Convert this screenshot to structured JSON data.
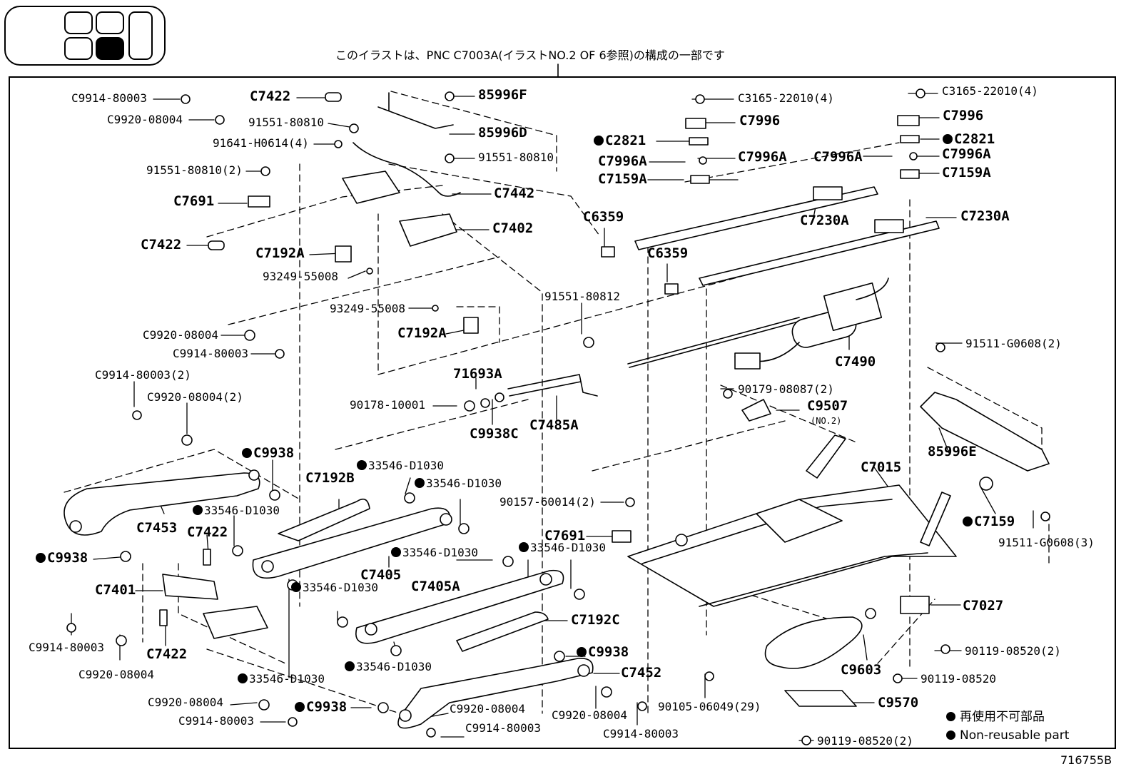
{
  "caption": "このイラストは、PNC C7003A(イラストNO.2 OF 6参照)の構成の一部です",
  "diagram_id": "716755B",
  "legend": {
    "jp": "再使用不可部品",
    "en": "Non-reusable part"
  },
  "thumbnail": {
    "active": "lower-middle",
    "buttons": [
      "upper-left",
      "upper-right",
      "lower-left",
      "lower-middle",
      "right-tall"
    ]
  },
  "parts": [
    {
      "id": "p01",
      "text": "C9914-80003"
    },
    {
      "id": "p02",
      "text": "C9920-08004"
    },
    {
      "id": "p03",
      "text": "C7422"
    },
    {
      "id": "p04",
      "text": "91551-80810"
    },
    {
      "id": "p05",
      "text": "91641-H0614(4)"
    },
    {
      "id": "p06",
      "text": "91551-80810(2)"
    },
    {
      "id": "p07",
      "text": "C7691"
    },
    {
      "id": "p08",
      "text": "C7422"
    },
    {
      "id": "p09",
      "text": "C7192A"
    },
    {
      "id": "p10",
      "text": "93249-55008"
    },
    {
      "id": "p11",
      "text": "85996F"
    },
    {
      "id": "p12",
      "text": "85996D"
    },
    {
      "id": "p13",
      "text": "91551-80810"
    },
    {
      "id": "p14",
      "text": "C7442"
    },
    {
      "id": "p15",
      "text": "C7402"
    },
    {
      "id": "p16",
      "text": "93249-55008"
    },
    {
      "id": "p17",
      "text": "C7192A"
    },
    {
      "id": "p18",
      "text": "C9920-08004"
    },
    {
      "id": "p19",
      "text": "C9914-80003"
    },
    {
      "id": "p20",
      "text": "C9914-80003(2)"
    },
    {
      "id": "p21",
      "text": "C9920-08004(2)"
    },
    {
      "id": "p22",
      "text": "C9938",
      "dot": true
    },
    {
      "id": "p23",
      "text": "C7453"
    },
    {
      "id": "p24",
      "text": "33546-D1030",
      "dot": true
    },
    {
      "id": "p25",
      "text": "C7422"
    },
    {
      "id": "p26",
      "text": "C9938",
      "dot": true
    },
    {
      "id": "p27",
      "text": "C7401"
    },
    {
      "id": "p28",
      "text": "C9914-80003"
    },
    {
      "id": "p29",
      "text": "C9920-08004"
    },
    {
      "id": "p30",
      "text": "C7422"
    },
    {
      "id": "p31",
      "text": "33546-D1030",
      "dot": true
    },
    {
      "id": "p32",
      "text": "C9920-08004"
    },
    {
      "id": "p33",
      "text": "C9914-80003"
    },
    {
      "id": "p34",
      "text": "C9938",
      "dot": true
    },
    {
      "id": "p35",
      "text": "C7192B"
    },
    {
      "id": "p36",
      "text": "33546-D1030",
      "dot": true
    },
    {
      "id": "p37",
      "text": "33546-D1030",
      "dot": true
    },
    {
      "id": "p38",
      "text": "33546-D1030",
      "dot": true
    },
    {
      "id": "p39",
      "text": "C7405"
    },
    {
      "id": "p40",
      "text": "33546-D1030",
      "dot": true
    },
    {
      "id": "p41",
      "text": "33546-D1030",
      "dot": true
    },
    {
      "id": "p42",
      "text": "C7405A"
    },
    {
      "id": "p43",
      "text": "C7192C"
    },
    {
      "id": "p44",
      "text": "33546-D1030",
      "dot": true
    },
    {
      "id": "p45",
      "text": "C9938",
      "dot": true
    },
    {
      "id": "p46",
      "text": "C7452"
    },
    {
      "id": "p47",
      "text": "C9920-08004"
    },
    {
      "id": "p48",
      "text": "C9914-80003"
    },
    {
      "id": "p49",
      "text": "C9920-08004"
    },
    {
      "id": "p50",
      "text": "C9914-80003"
    },
    {
      "id": "p51",
      "text": "71693A"
    },
    {
      "id": "p52",
      "text": "90178-10001"
    },
    {
      "id": "p53",
      "text": "C9938C"
    },
    {
      "id": "p54",
      "text": "C7485A"
    },
    {
      "id": "p55",
      "text": "91551-80812"
    },
    {
      "id": "p56",
      "text": "90157-60014(2)"
    },
    {
      "id": "p57",
      "text": "C7691"
    },
    {
      "id": "p58",
      "text": "C3165-22010(4)"
    },
    {
      "id": "p59",
      "text": "C7996"
    },
    {
      "id": "p60",
      "text": "C2821",
      "dot": true
    },
    {
      "id": "p61",
      "text": "C7996A"
    },
    {
      "id": "p62",
      "text": "C7996A"
    },
    {
      "id": "p63",
      "text": "C7159A"
    },
    {
      "id": "p64",
      "text": "C6359"
    },
    {
      "id": "p65",
      "text": "C6359"
    },
    {
      "id": "p66",
      "text": "C7230A"
    },
    {
      "id": "p67",
      "text": "C3165-22010(4)"
    },
    {
      "id": "p68",
      "text": "C7996"
    },
    {
      "id": "p69",
      "text": "C2821",
      "dot": true
    },
    {
      "id": "p70",
      "text": "C7996A"
    },
    {
      "id": "p71",
      "text": "C7996A"
    },
    {
      "id": "p72",
      "text": "C7159A"
    },
    {
      "id": "p73",
      "text": "C7230A"
    },
    {
      "id": "p74",
      "text": "C7490"
    },
    {
      "id": "p75",
      "text": "90179-08087(2)"
    },
    {
      "id": "p76",
      "text": "C9507"
    },
    {
      "id": "p77",
      "text": "(NO.2)"
    },
    {
      "id": "p78",
      "text": "91511-G0608(2)"
    },
    {
      "id": "p79",
      "text": "85996E"
    },
    {
      "id": "p80",
      "text": "C7015"
    },
    {
      "id": "p81",
      "text": "C7159",
      "dot": true
    },
    {
      "id": "p82",
      "text": "91511-G0608(3)"
    },
    {
      "id": "p83",
      "text": "C7027"
    },
    {
      "id": "p84",
      "text": "90119-08520(2)"
    },
    {
      "id": "p85",
      "text": "C9603"
    },
    {
      "id": "p86",
      "text": "90119-08520"
    },
    {
      "id": "p87",
      "text": "90105-06049(29)"
    },
    {
      "id": "p88",
      "text": "C9570"
    },
    {
      "id": "p89",
      "text": "90119-08520(2)"
    }
  ]
}
